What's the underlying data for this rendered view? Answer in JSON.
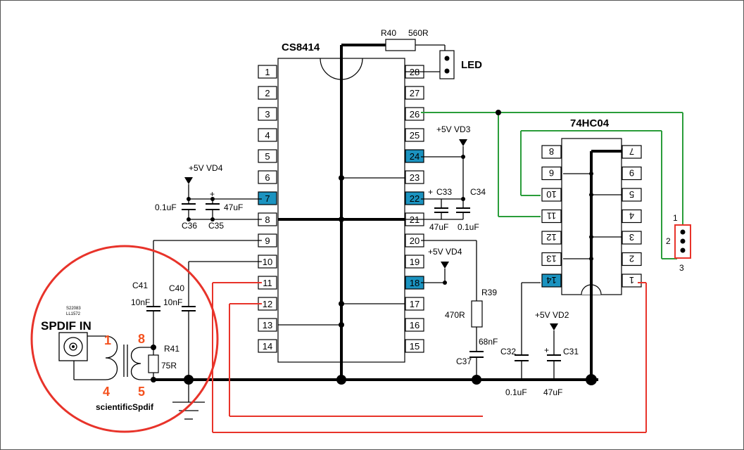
{
  "colors": {
    "wire": "#000000",
    "green_wire": "#2a9d3a",
    "red_wire": "#e8332a",
    "highlight_pin": "#1b93c0",
    "pin_label_orange": "#f4511e"
  },
  "chips": {
    "cs8414": {
      "name": "CS8414",
      "left_pins": [
        "1",
        "2",
        "3",
        "4",
        "5",
        "6",
        "7",
        "8",
        "9",
        "10",
        "11",
        "12",
        "13",
        "14"
      ],
      "right_pins": [
        "28",
        "27",
        "26",
        "25",
        "24",
        "23",
        "22",
        "21",
        "20",
        "19",
        "18",
        "17",
        "16",
        "15"
      ],
      "highlighted": [
        "7",
        "24",
        "22",
        "18"
      ]
    },
    "hc04": {
      "name": "74HC04",
      "left_pins": [
        "8",
        "6",
        "10",
        "11",
        "12",
        "13",
        "14"
      ],
      "right_pins": [
        "7",
        "9",
        "5",
        "4",
        "3",
        "2",
        "1"
      ],
      "highlighted": [
        "14"
      ]
    }
  },
  "labels": {
    "r40": "R40",
    "r40_val": "560R",
    "led": "LED",
    "vd3": "+5V VD3",
    "vd4_left": "+5V VD4",
    "vd4_right": "+5V VD4",
    "vd2": "+5V VD2",
    "c33": "C33",
    "c34": "C34",
    "c33_plus": "+",
    "c33_val": "47uF",
    "c34_val": "0.1uF",
    "c36_val": "0.1uF",
    "c35_val": "47uF",
    "c36": "C36",
    "c35": "C35",
    "c35_plus": "+",
    "c41": "C41",
    "c41_val": "10nF",
    "c40": "C40",
    "c40_val": "10nF",
    "r41": "R41",
    "r41_val": "75R",
    "r39": "R39",
    "r39_val": "470R",
    "c37": "C37",
    "c37_val": "68nF",
    "c32": "C32",
    "c32_val": "0.1uF",
    "c31": "C31",
    "c31_plus": "+",
    "c31_val": "47uF",
    "jumper_1": "1",
    "jumper_2": "2",
    "jumper_3": "3",
    "spdif_in": "SPDIF IN",
    "transformer_part1": "S22083",
    "transformer_part2": "LL1572",
    "t_pin1": "1",
    "t_pin4": "4",
    "t_pin8": "8",
    "t_pin5": "5",
    "brand": "scientificSpdif"
  }
}
